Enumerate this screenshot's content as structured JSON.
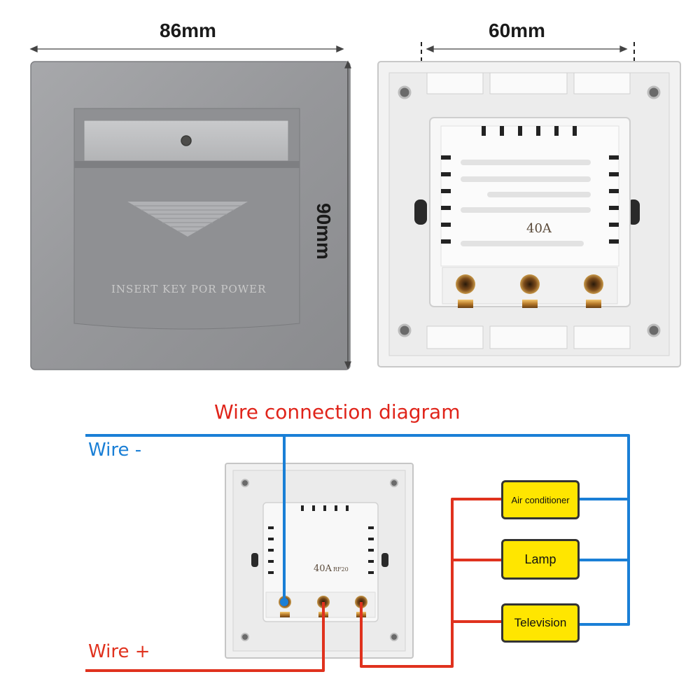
{
  "dimensions": {
    "width_front": "86mm",
    "height_front": "90mm",
    "width_back": "60mm"
  },
  "front_panel": {
    "slot_text": "INSERT KEY POR POWER"
  },
  "back_panel": {
    "module_label": "40A"
  },
  "diagram": {
    "title": "Wire connection diagram",
    "wire_negative_label": "Wire -",
    "wire_positive_label": "Wire +",
    "module_label": "40A",
    "module_sublabel": "RF20",
    "loads": [
      "Air conditioner",
      "Lamp",
      "Television"
    ],
    "colors": {
      "negative": "#1a7fd6",
      "positive": "#e0321e",
      "load_fill": "#ffe600",
      "title": "#e0241a"
    }
  }
}
